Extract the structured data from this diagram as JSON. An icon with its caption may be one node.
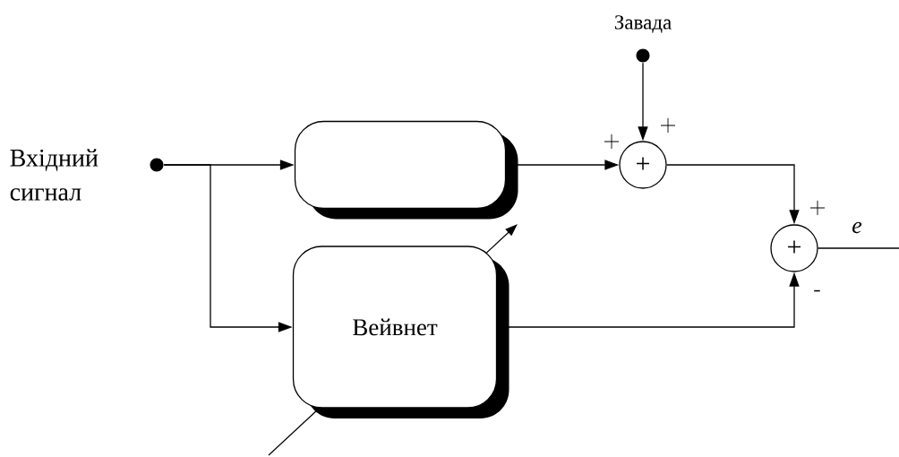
{
  "diagram": {
    "nodes": [
      {
        "text": [],
        "shape": "circle",
        "beside": [
          "Вхідний сигнал"
        ]
      },
      {
        "text": [],
        "shape": "box"
      },
      {
        "text": [
          "Вейвнет"
        ]
      },
      {
        "text": [],
        "shape": "circle",
        "beside": [
          "Завада"
        ]
      },
      {
        "text": [
          "+"
        ]
      },
      {
        "text": [
          "+"
        ]
      }
    ],
    "edges": [
      {
        "from": 0,
        "to": 1,
        "arrow": "to"
      },
      {
        "from": 0,
        "to": 2,
        "arrow": "to"
      },
      {
        "from": 1,
        "to": 4,
        "arrow": "to"
      },
      {
        "from": 3,
        "to": 4,
        "arrow": "to"
      },
      {
        "from": 4,
        "to": 5,
        "arrow": "to"
      },
      {
        "from": 2,
        "to": 5,
        "arrow": "to"
      },
      {
        "from": 5,
        "to": null,
        "arrow": "none",
        "label": "e"
      }
    ],
    "labels": [
      "+",
      "+",
      "+",
      "-"
    ]
  }
}
